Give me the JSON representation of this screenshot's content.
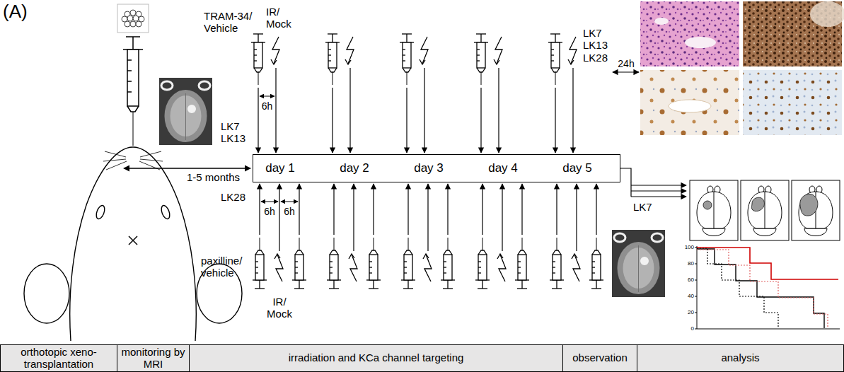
{
  "diagram": {
    "nodes": [
      {
        "text": [
          "day 1",
          "day 2",
          "day 3",
          "day 4",
          "day 5"
        ]
      },
      {
        "text": [
          "orthotopic xeno-transplantation"
        ]
      },
      {
        "text": [
          "monitoring by MRI"
        ]
      },
      {
        "text": [
          "irradiation and KCa channel targeting"
        ]
      },
      {
        "text": [
          "observation"
        ]
      },
      {
        "text": [
          "analysis"
        ]
      }
    ],
    "labels": [
      "(A)",
      "TRAM-34/ Vehicle",
      "IR/ Mock",
      "LK7 LK13",
      "6h",
      "1-5 months",
      "LK7 LK13 LK28",
      "24h",
      "LK28",
      "6h",
      "6h",
      "paxilline/ vehicle",
      "IR/ Mock",
      "LK7",
      "100",
      "80",
      "60",
      "40",
      "20",
      "0"
    ]
  }
}
